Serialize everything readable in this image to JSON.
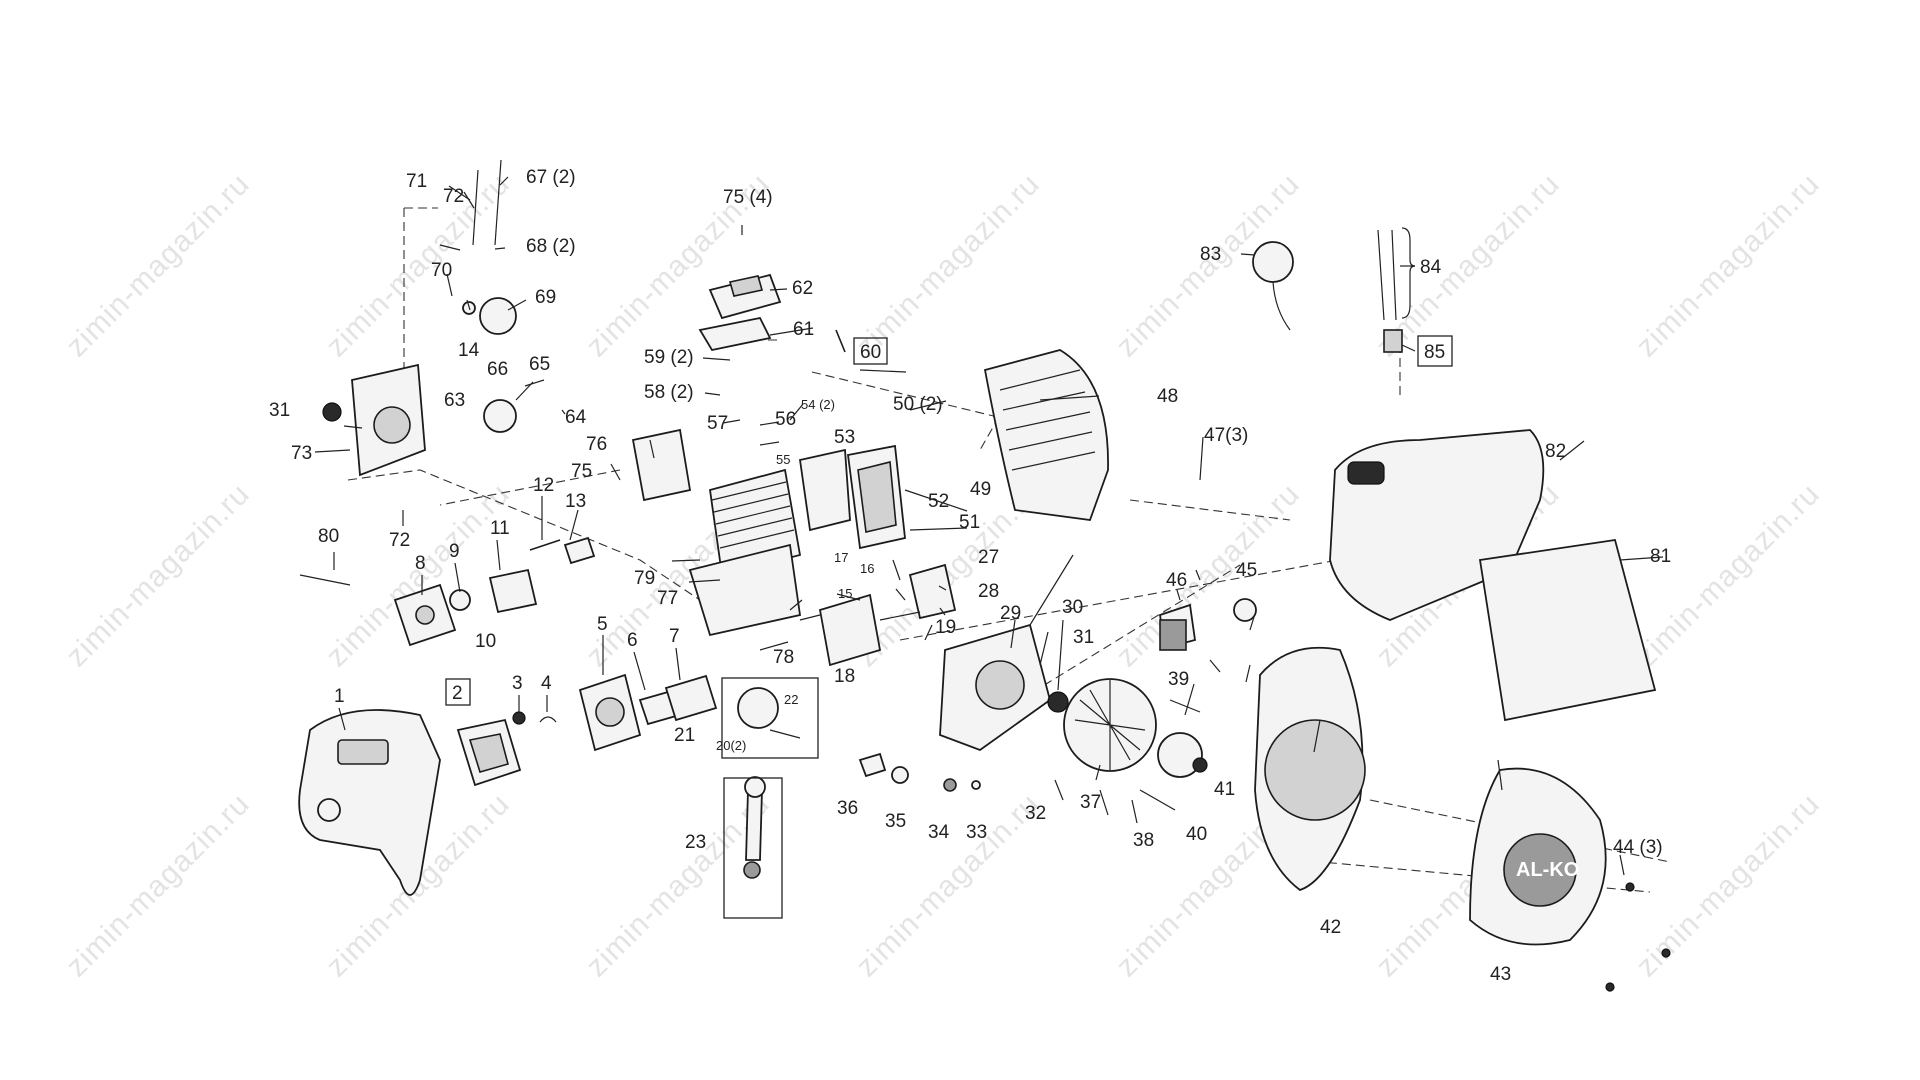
{
  "watermark": "zimin-magazin.ru",
  "brand_logo": "AL-KO",
  "part_labels": {
    "p1": "1",
    "p2": "2",
    "p3": "3",
    "p4": "4",
    "p5": "5",
    "p6": "6",
    "p7": "7",
    "p8": "8",
    "p9": "9",
    "p10": "10",
    "p11": "11",
    "p12": "12",
    "p13": "13",
    "p14": "14",
    "p15": "15",
    "p16": "16",
    "p17": "17",
    "p18": "18",
    "p19": "19",
    "p20": "20(2)",
    "p21": "21",
    "p22": "22",
    "p23": "23",
    "p27": "27",
    "p28": "28",
    "p29": "29",
    "p30": "30",
    "p31a": "31",
    "p31b": "31",
    "p32": "32",
    "p33": "33",
    "p34": "34",
    "p35": "35",
    "p36": "36",
    "p37": "37",
    "p38": "38",
    "p39": "39",
    "p40": "40",
    "p41": "41",
    "p42": "42",
    "p43": "43",
    "p44": "44 (3)",
    "p45": "45",
    "p46": "46",
    "p47": "47(3)",
    "p48": "48",
    "p49": "49",
    "p50": "50 (2)",
    "p51": "51",
    "p52": "52",
    "p53": "53",
    "p54": "54 (2)",
    "p55": "55",
    "p56": "56",
    "p57": "57",
    "p58": "58 (2)",
    "p59": "59 (2)",
    "p60": "60",
    "p61": "61",
    "p62": "62",
    "p63": "63",
    "p64": "64",
    "p65": "65",
    "p66": "66",
    "p67": "67 (2)",
    "p68": "68 (2)",
    "p69": "69",
    "p70": "70",
    "p71": "71",
    "p72a": "72",
    "p72b": "72",
    "p73": "73",
    "p75a": "75 (4)",
    "p75b": "75",
    "p76": "76",
    "p77": "77",
    "p78": "78",
    "p79": "79",
    "p80": "80",
    "p81": "81",
    "p82": "82",
    "p83": "83",
    "p84": "84",
    "p85": "85"
  }
}
